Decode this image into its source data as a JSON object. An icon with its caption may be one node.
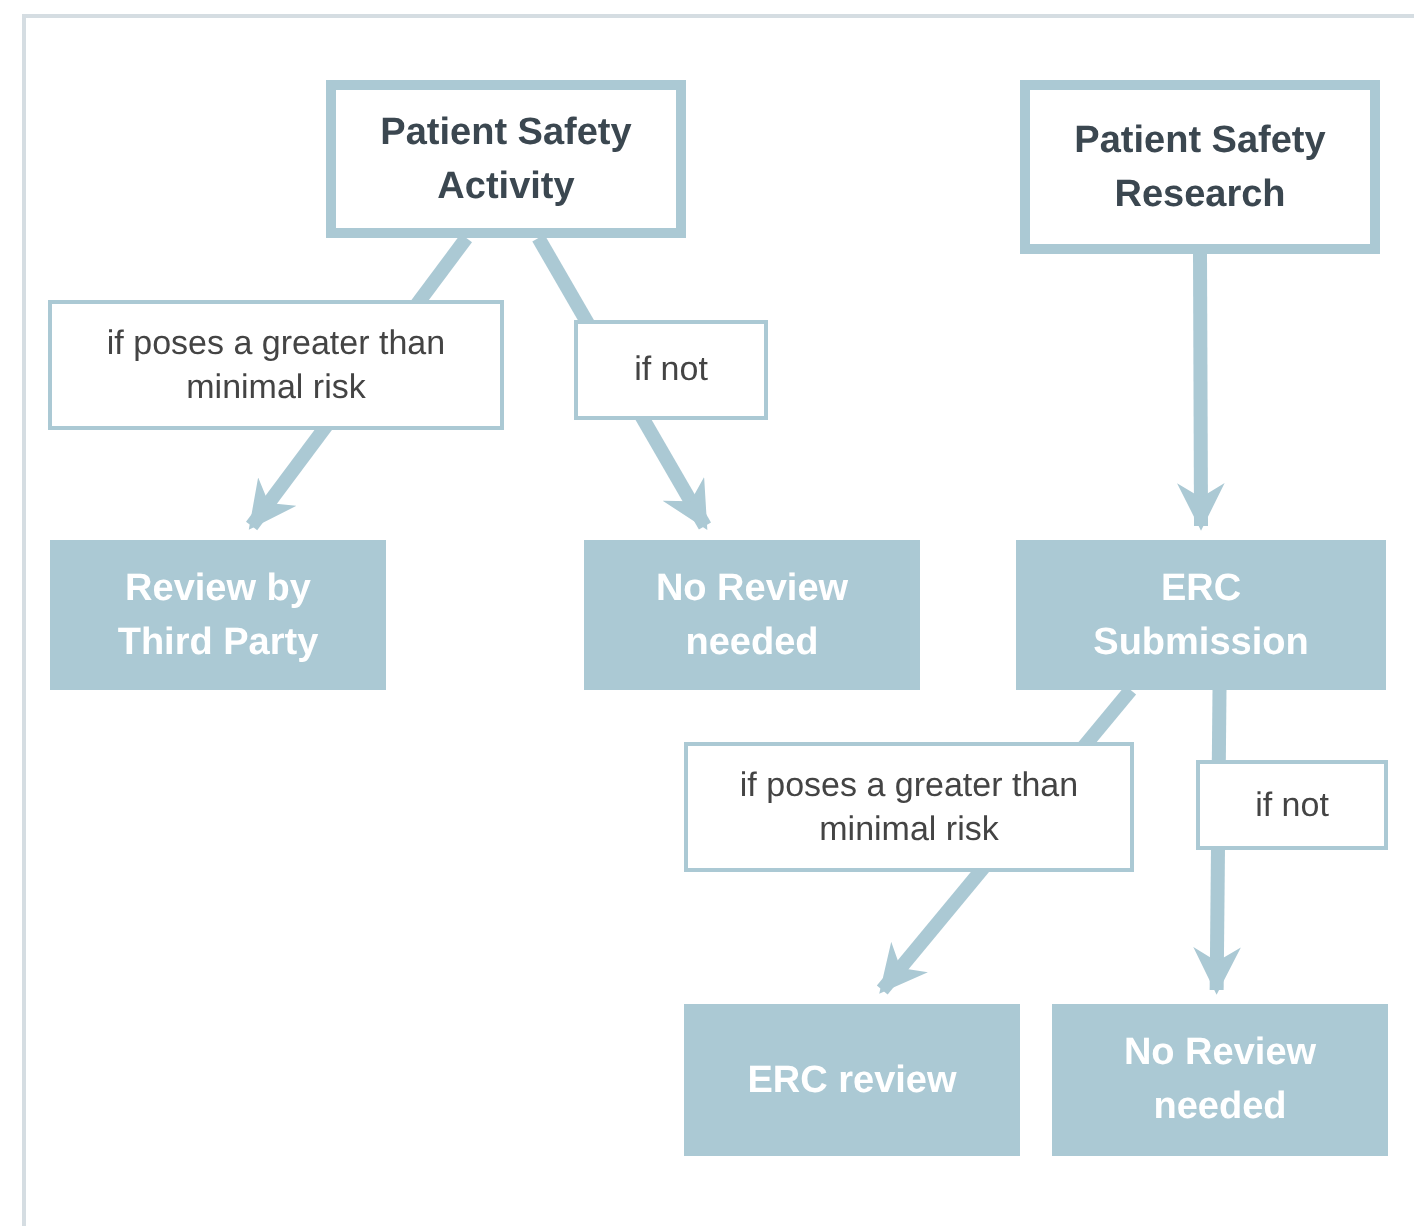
{
  "diagram": {
    "nodes": [
      {
        "text": [
          "Patient Safety Activity"
        ]
      },
      {
        "text": [
          "Patient Safety Research"
        ]
      },
      {
        "text": [
          "Review by Third Party"
        ]
      },
      {
        "text": [
          "No Review needed"
        ]
      },
      {
        "text": [
          "ERC Submission"
        ]
      },
      {
        "text": [
          "ERC review"
        ]
      },
      {
        "text": [
          "No Review needed"
        ]
      }
    ],
    "edges": [
      {
        "from": 0,
        "to": 2,
        "arrow": "to",
        "label": "if poses a greater than minimal risk"
      },
      {
        "from": 0,
        "to": 3,
        "arrow": "to",
        "label": "if not"
      },
      {
        "from": 1,
        "to": 4,
        "arrow": "to"
      },
      {
        "from": 4,
        "to": 5,
        "arrow": "to",
        "label": "if poses a greater than minimal risk"
      },
      {
        "from": 4,
        "to": 6,
        "arrow": "to",
        "label": "if not"
      }
    ]
  }
}
